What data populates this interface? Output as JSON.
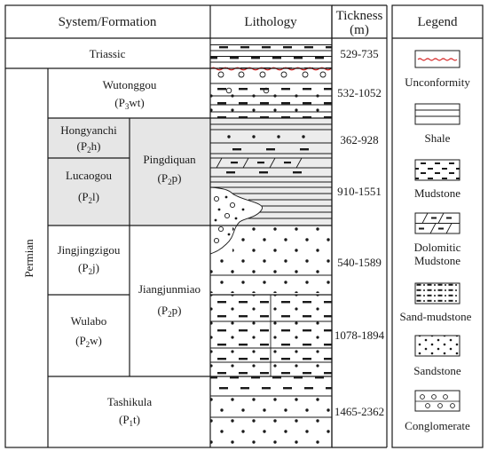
{
  "header": {
    "system_formation": "System/Formation",
    "lithology": "Lithology",
    "thickness_line1": "Tickness",
    "thickness_line2": "(m)",
    "legend": "Legend"
  },
  "rows": {
    "triassic": {
      "name": "Triassic",
      "thickness": "529-735"
    },
    "permian": {
      "name": "Permian"
    },
    "wutonggou": {
      "name": "Wutonggou",
      "code_pre": "(P",
      "code_sub": "3",
      "code_post": "wt)",
      "thickness": "532-1052"
    },
    "hongyanchi": {
      "name": "Hongyanchi",
      "code_pre": "(P",
      "code_sub": "2",
      "code_post": "h)",
      "thickness": "362-928"
    },
    "lucaogou": {
      "name": "Lucaogou",
      "code_pre": "(P",
      "code_sub": "2",
      "code_post": "l)",
      "thickness": "910-1551"
    },
    "pingdiquan": {
      "name": "Pingdiquan",
      "code_pre": "(P",
      "code_sub": "2",
      "code_post": "p)"
    },
    "jingjingzigou": {
      "name": "Jingjingzigou",
      "code_pre": "(P",
      "code_sub": "2",
      "code_post": "j)",
      "thickness": "540-1589"
    },
    "jiangjunmiao": {
      "name": "Jiangjunmiao",
      "code_pre": "(P",
      "code_sub": "2",
      "code_post": "p)"
    },
    "wulabo": {
      "name": "Wulabo",
      "code_pre": "(P",
      "code_sub": "2",
      "code_post": "w)",
      "thickness": "1078-1894"
    },
    "tashikula": {
      "name": "Tashikula",
      "code_pre": "(P",
      "code_sub": "1",
      "code_post": "t)",
      "thickness": "1465-2362"
    }
  },
  "legend_items": {
    "unconformity": "Unconformity",
    "shale": "Shale",
    "mudstone": "Mudstone",
    "dolomitic_line1": "Dolomitic",
    "dolomitic_line2": "Mudstone",
    "sand_mudstone": "Sand-mudstone",
    "sandstone": "Sandstone",
    "conglomerate": "Conglomerate"
  },
  "colors": {
    "line": "#1a1a1a",
    "shaded_fill": "#e6e6e6",
    "unconformity_red": "#d42020"
  }
}
